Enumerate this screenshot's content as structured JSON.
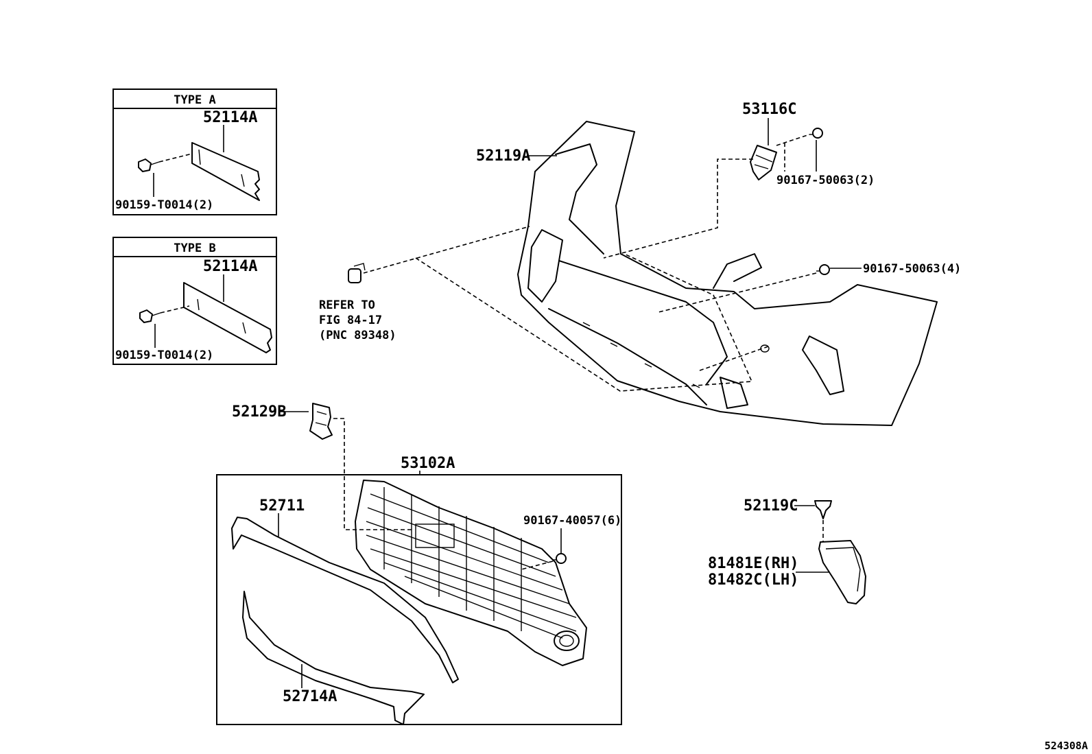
{
  "type_a": {
    "title": "TYPE  A",
    "part": "52114A",
    "bolt": "90159-T0014(2)"
  },
  "type_b": {
    "title": "TYPE  B",
    "part": "52114A",
    "bolt": "90159-T0014(2)"
  },
  "labels": {
    "bumper_cover": "52119A",
    "retainer": "53116C",
    "clip_2": "90167-50063(2)",
    "clip_4": "90167-50063(4)",
    "refer_line1": "REFER TO",
    "refer_line2": "FIG 84-17",
    "refer_line3": "(PNC 89348)",
    "bracket": "52129B",
    "grille": "53102A",
    "molding": "52711",
    "clip_6": "90167-40057(6)",
    "lower_molding": "52714A",
    "pin_clip": "52119C",
    "lamp_rh": "81481E(RH)",
    "lamp_lh": "81482C(LH)"
  },
  "figure_id": "524308A"
}
